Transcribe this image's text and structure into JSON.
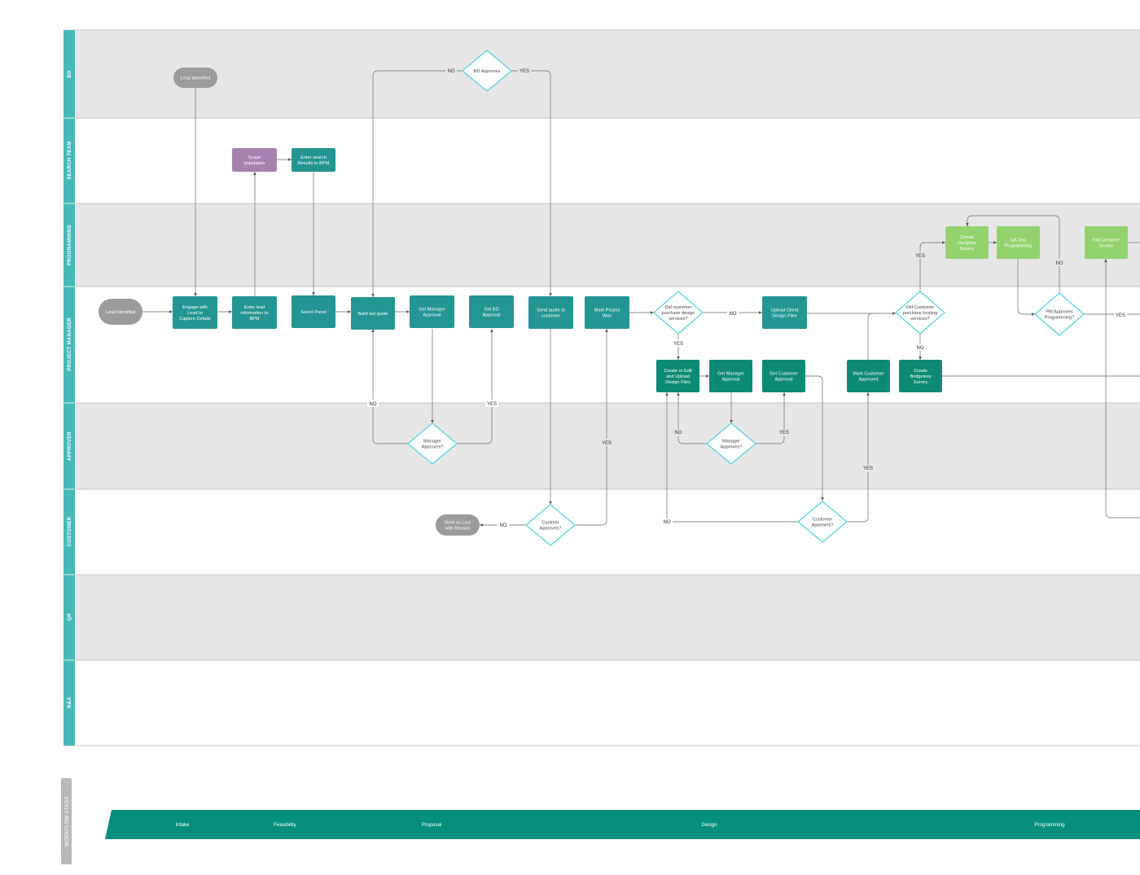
{
  "lanes": [
    "BD",
    "SEARCH TEAM",
    "PROGRAMMING",
    "PROJECT MANAGER",
    "APPROVER",
    "CUSTOMER",
    "QR",
    "R&A"
  ],
  "workflow_stage_label": "WORKFLOW STAGE",
  "stages": [
    "Intake",
    "Feasibility",
    "Proposal",
    "Design",
    "Programming"
  ],
  "colors": {
    "teal": "#239693",
    "dark_green": "#0d8a74",
    "light_green": "#92d36e",
    "purple": "#a881b0",
    "grey": "#9b9b9b",
    "diamond_stroke": "#5fd2dc",
    "lane_bar": "#46b8b8",
    "lane_shade": "#e6e6e6",
    "stage_fill": "#068f7c"
  },
  "nodes": {
    "lead_identified_bd": "Lead Identified",
    "bd_approves": "BD Approves",
    "scope_population": "Scope\npopulation",
    "enter_search_results": "Enter search\nResults to BPM",
    "create_decipher": "Create\nDecipher\nSurvey",
    "qa_test": "QA Test\nProgramming",
    "edit_decipher": "Edit Decipher\nSurvey",
    "lead_identified_pm": "Lead Identified",
    "engage_lead": "Engage with\nLead to\nCapture Details",
    "enter_lead_info": "Enter lead\ninformation to\nBPM",
    "select_panel": "Select Panel",
    "build_quote": "Build out quote",
    "get_manager_approval_1": "Get Manager\nApproval",
    "get_bd_approval": "Get BD\nApproval",
    "send_quote": "Send quote to\ncustomer",
    "mark_project_won": "Mark Project\nWon",
    "did_customer_design": "Did customer\npurchase design\nservices?",
    "upload_client_design": "Upload Client\nDesign Files",
    "did_customer_hosting": "Did Customer\npurchase hosting\nservices?",
    "pm_approves": "PM Approves\nProgramming?",
    "create_edit_upload": "Create or Edit\nand Upload\nDesign Files",
    "get_manager_approval_2": "Get Manager\nApproval",
    "get_customer_approval": "Get Customer\nApproval",
    "mark_customer_approved": "Mark Customer\nApproved",
    "create_bridgeless": "Create\nBridgeless\nSurvey",
    "manager_approves_1": "Manager\nApproves?",
    "manager_approves_2": "Manager\nApproves?",
    "mark_as_lost": "Mark as Lost\nwith Reason",
    "customer_approves_1": "Custmer\nApproves?",
    "customer_approves_2": "Customer\nApproves?"
  },
  "edge_labels": {
    "yes": "YES",
    "no": "NO"
  }
}
